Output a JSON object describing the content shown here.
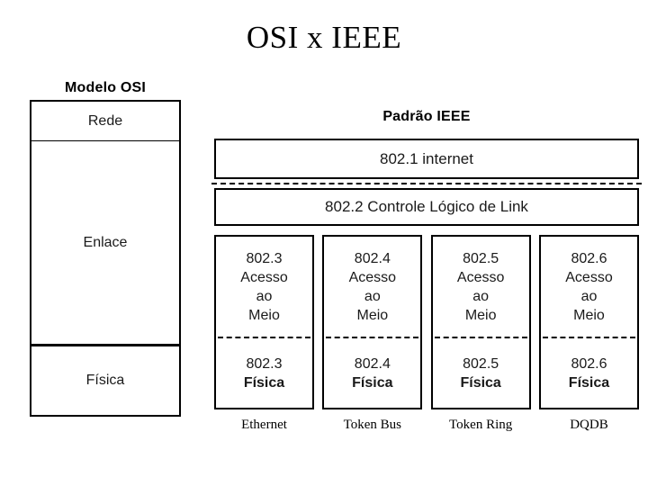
{
  "slide": {
    "title": "OSI x IEEE"
  },
  "osi": {
    "heading": "Modelo OSI",
    "layers": [
      {
        "label": "Rede"
      },
      {
        "label": "Enlace"
      },
      {
        "label": "Física"
      }
    ]
  },
  "ieee": {
    "heading": "Padrão IEEE",
    "internet_box": "802.1 internet",
    "llc_box": "802.2 Controle Lógico de Link",
    "columns": [
      {
        "mac_standard": "802.3",
        "mac_line1": "Acesso",
        "mac_line2": "ao",
        "mac_line3": "Meio",
        "phy_standard": "802.3",
        "phy_label": "Física",
        "caption": "Ethernet"
      },
      {
        "mac_standard": "802.4",
        "mac_line1": "Acesso",
        "mac_line2": "ao",
        "mac_line3": "Meio",
        "phy_standard": "802.4",
        "phy_label": "Física",
        "caption": "Token Bus"
      },
      {
        "mac_standard": "802.5",
        "mac_line1": "Acesso",
        "mac_line2": "ao",
        "mac_line3": "Meio",
        "phy_standard": "802.5",
        "phy_label": "Física",
        "caption": "Token Ring"
      },
      {
        "mac_standard": "802.6",
        "mac_line1": "Acesso",
        "mac_line2": "ao",
        "mac_line3": "Meio",
        "phy_standard": "802.6",
        "phy_label": "Física",
        "caption": "DQDB"
      }
    ]
  },
  "colors": {
    "background": "#ffffff",
    "ink": "#000000",
    "text": "#1a1a1a"
  }
}
